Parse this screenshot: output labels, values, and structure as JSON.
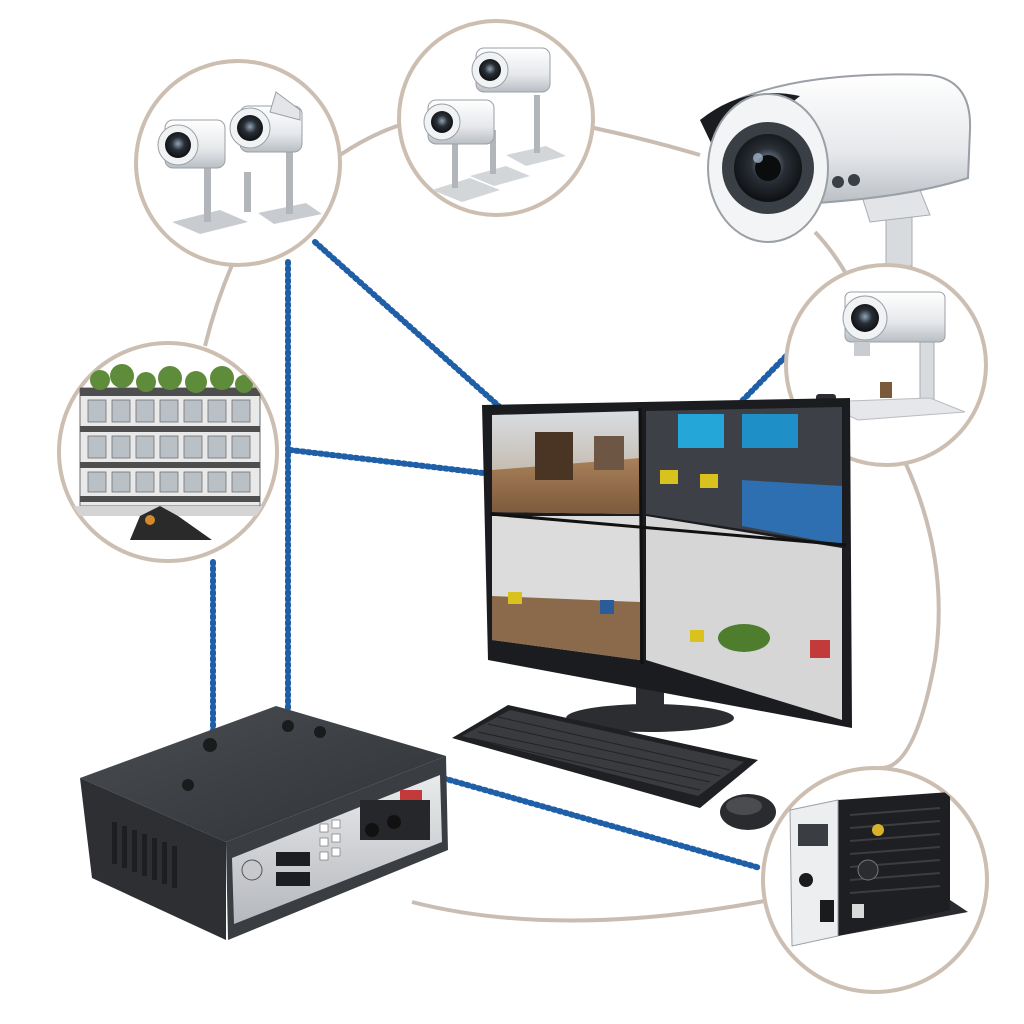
{
  "diagram": {
    "colors": {
      "background": "#ffffff",
      "ring": "#cdbeb2",
      "connector": "#c9bdb3",
      "cable": "#1f5fa8",
      "device_dark": "#3a3d42",
      "camera_white": "#eceef0",
      "monitor_frame": "#1b1c1f"
    },
    "nodes": [
      {
        "id": "camera-pair-left",
        "icon": "twin-bullet-camera-icon"
      },
      {
        "id": "camera-trio-center",
        "icon": "triple-bullet-camera-icon"
      },
      {
        "id": "large-bullet-camera",
        "icon": "bullet-camera-icon"
      },
      {
        "id": "camera-on-mount",
        "icon": "mounted-camera-icon"
      },
      {
        "id": "building-view",
        "icon": "building-icon"
      },
      {
        "id": "monitor-quad-view",
        "icon": "monitor-icon"
      },
      {
        "id": "keyboard",
        "icon": "keyboard-icon"
      },
      {
        "id": "mouse",
        "icon": "mouse-icon"
      },
      {
        "id": "dvr-recorder",
        "icon": "dvr-icon"
      },
      {
        "id": "server-tower",
        "icon": "server-icon"
      }
    ],
    "links": [
      {
        "from": "camera-pair-left",
        "to": "monitor-quad-view",
        "style": "dotted-cable"
      },
      {
        "from": "camera-pair-left",
        "to": "dvr-recorder",
        "style": "dotted-cable"
      },
      {
        "from": "building-view",
        "to": "dvr-recorder",
        "style": "dotted-cable"
      },
      {
        "from": "building-view",
        "to": "monitor-quad-view",
        "style": "dotted-cable"
      },
      {
        "from": "camera-on-mount",
        "to": "monitor-quad-view",
        "style": "dotted-cable"
      },
      {
        "from": "dvr-recorder",
        "to": "server-tower",
        "style": "dotted-cable"
      },
      {
        "from": "camera-pair-left",
        "to": "camera-trio-center",
        "style": "thin-line"
      },
      {
        "from": "camera-trio-center",
        "to": "large-bullet-camera",
        "style": "thin-line"
      },
      {
        "from": "large-bullet-camera",
        "to": "camera-on-mount",
        "style": "thin-line"
      },
      {
        "from": "camera-on-mount",
        "to": "server-tower",
        "style": "thin-line"
      }
    ]
  }
}
